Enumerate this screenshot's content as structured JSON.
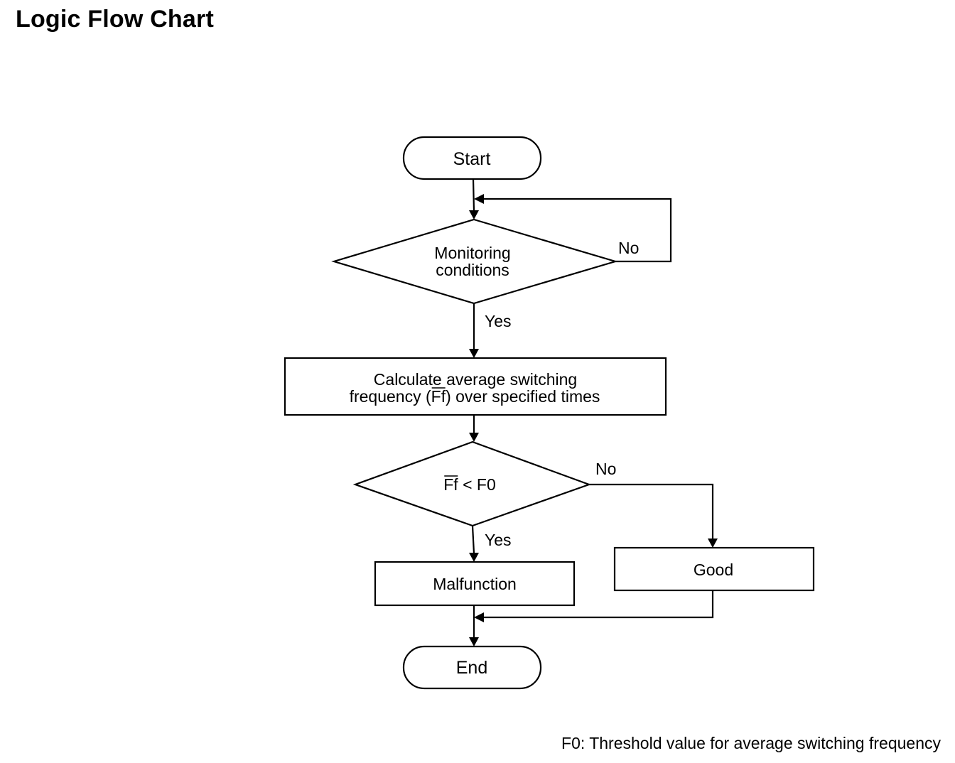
{
  "title": "Logic Flow Chart",
  "nodes": {
    "start": "Start",
    "monitoring": {
      "line1": "Monitoring",
      "line2": "conditions"
    },
    "calculate": {
      "line1": "Calculate average switching",
      "line2_pre": "frequency (",
      "line2_symbol": "Ff",
      "line2_post": ") over specified times"
    },
    "compare": {
      "symbol": "Ff",
      "rest": " < F0"
    },
    "malfunction": "Malfunction",
    "good": "Good",
    "end": "End"
  },
  "edges": {
    "monitoring_no": "No",
    "monitoring_yes": "Yes",
    "compare_no": "No",
    "compare_yes": "Yes"
  },
  "footnote": "F0: Threshold value for average switching frequency"
}
